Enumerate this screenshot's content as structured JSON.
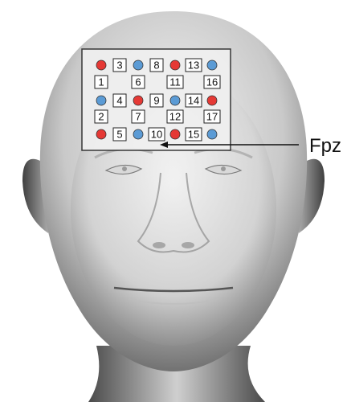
{
  "colors": {
    "emitter": "#e53935",
    "detector": "#5b9bd5",
    "patch_fill": "#f0f0f0",
    "patch_border": "#2a2a2a",
    "head_light": "#f2f2f2",
    "head_dark": "#4a4a4a",
    "arrow": "#111111"
  },
  "landmark_label": "Fpz",
  "channel_numbers": [
    "1",
    "2",
    "3",
    "4",
    "5",
    "6",
    "7",
    "8",
    "9",
    "10",
    "11",
    "12",
    "13",
    "14",
    "15",
    "16",
    "17"
  ],
  "optodes": [
    {
      "kind": "emitter"
    },
    {
      "kind": "detector"
    },
    {
      "kind": "emitter"
    },
    {
      "kind": "detector"
    },
    {
      "kind": "detector"
    },
    {
      "kind": "emitter"
    },
    {
      "kind": "detector"
    },
    {
      "kind": "emitter"
    },
    {
      "kind": "emitter"
    },
    {
      "kind": "detector"
    },
    {
      "kind": "emitter"
    },
    {
      "kind": "detector"
    }
  ]
}
